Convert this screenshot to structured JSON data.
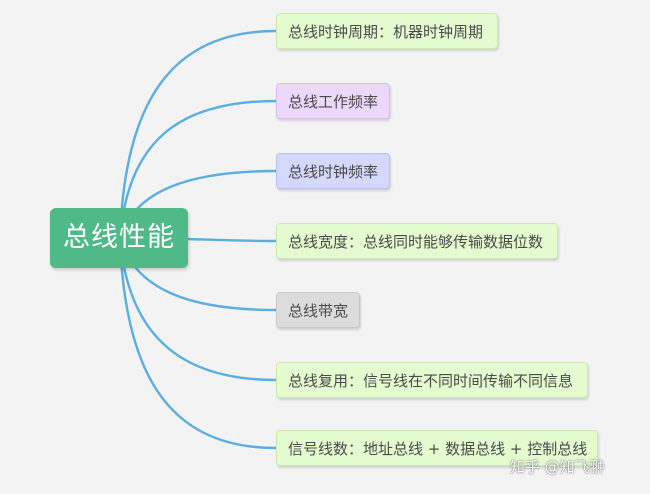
{
  "root": {
    "label": "总线性能",
    "color": "#4fba87"
  },
  "connector_color": "#5aaee0",
  "branches": [
    {
      "label": "总线时钟周期：机器时钟周期",
      "bg": "#e4fbd0",
      "border": "#cde9b2"
    },
    {
      "label": "总线工作频率",
      "bg": "#ecd8fa",
      "border": "#d6bcee"
    },
    {
      "label": "总线时钟频率",
      "bg": "#d4d8fb",
      "border": "#bcc1ef"
    },
    {
      "label": "总线宽度：总线同时能够传输数据位数",
      "bg": "#e4fbd0",
      "border": "#cde9b2"
    },
    {
      "label": "总线带宽",
      "bg": "#dcdcdc",
      "border": "#c8c8c8"
    },
    {
      "label": "总线复用：信号线在不同时间传输不同信息",
      "bg": "#e4fbd0",
      "border": "#cde9b2"
    },
    {
      "label": "信号线数：地址总线 + 数据总线 + 控制总线",
      "bg": "#e4fbd0",
      "border": "#cde9b2"
    }
  ],
  "watermark": "知乎 @知飞翀"
}
